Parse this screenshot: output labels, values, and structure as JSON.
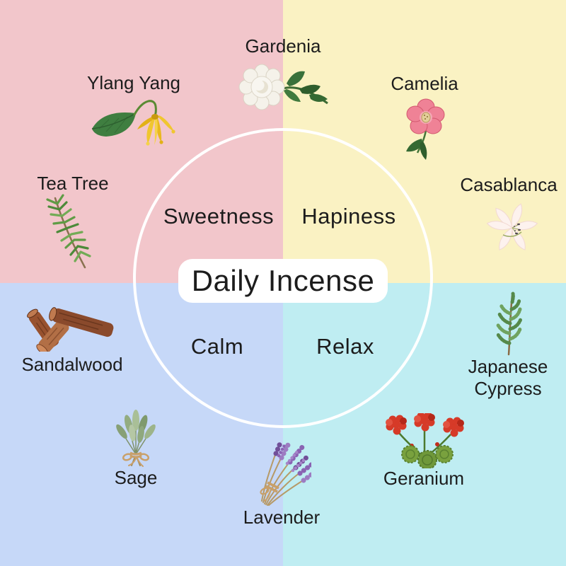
{
  "title": "Daily Incense",
  "text_color": "#1C1C1C",
  "circle_color": "#FFFFFF",
  "title_box_color": "#FFFFFF",
  "quadrants": {
    "sweetness": {
      "label": "Sweetness",
      "color": "#F2C6CB"
    },
    "hapiness": {
      "label": "Hapiness",
      "color": "#FAF2C3"
    },
    "calm": {
      "label": "Calm",
      "color": "#C6D8F8"
    },
    "relax": {
      "label": "Relax",
      "color": "#BFEDF2"
    }
  },
  "items": {
    "ylang_yang": {
      "label": "Ylang Yang",
      "quadrant": "Sweetness"
    },
    "gardenia": {
      "label": "Gardenia",
      "quadrant": "Sweetness"
    },
    "tea_tree": {
      "label": "Tea Tree",
      "quadrant": "Sweetness"
    },
    "camelia": {
      "label": "Camelia",
      "quadrant": "Hapiness"
    },
    "casablanca": {
      "label": "Casablanca",
      "quadrant": "Hapiness"
    },
    "sandalwood": {
      "label": "Sandalwood",
      "quadrant": "Calm"
    },
    "sage": {
      "label": "Sage",
      "quadrant": "Calm"
    },
    "lavender": {
      "label": "Lavender",
      "quadrant": "Relax"
    },
    "geranium": {
      "label": "Geranium",
      "quadrant": "Relax"
    },
    "japanese_cypress": {
      "label": "Japanese Cypress",
      "quadrant": "Relax"
    }
  }
}
